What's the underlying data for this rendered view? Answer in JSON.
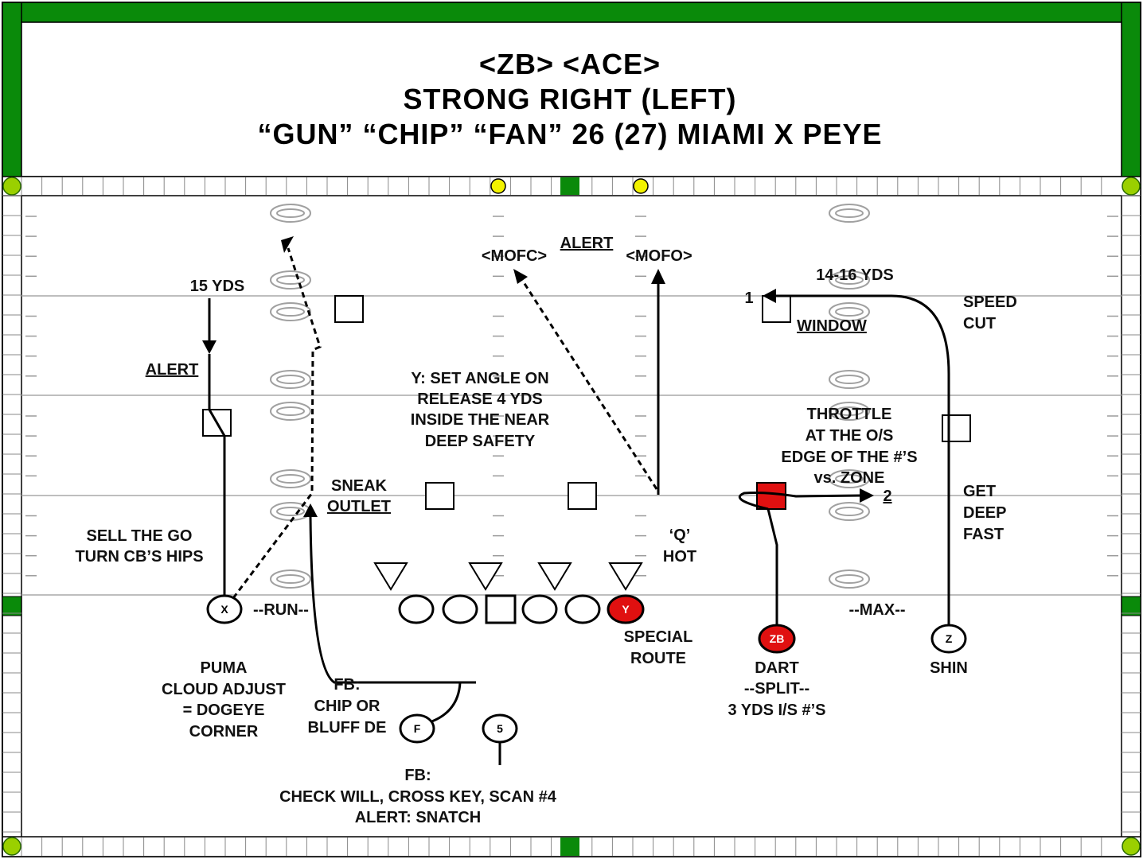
{
  "title": {
    "line1": "<ZB> <ACE>",
    "line2": "STRONG RIGHT (LEFT)",
    "line3": "“GUN” “CHIP” “FAN” 26 (27) MIAMI X PEYE"
  },
  "colors": {
    "border_green": "#0a8a0a",
    "ball_yellow": "#f2f200",
    "player_red": "#e01010",
    "field_line": "#a8a8a8"
  },
  "players": {
    "x": "X",
    "y": "Y",
    "zb": "ZB",
    "z": "Z",
    "f": "F",
    "five": "5"
  },
  "labels": {
    "x_depth": "15 YDS",
    "x_alert": "ALERT",
    "x_sell_1": "SELL THE GO",
    "x_sell_2": "TURN CB’S HIPS",
    "run": "--RUN--",
    "puma_1": "PUMA",
    "puma_2": "CLOUD ADJUST",
    "puma_3": "= DOGEYE",
    "puma_4": "CORNER",
    "sneak": "SNEAK",
    "outlet": "OUTLET",
    "fb_chip_1": "FB:",
    "fb_chip_2": "CHIP OR",
    "fb_chip_3": "BLUFF DE",
    "fb_check_1": "FB:",
    "fb_check_2": "CHECK WILL, CROSS KEY, SCAN #4",
    "fb_check_3": "ALERT: SNATCH",
    "mofc": "<MOFC>",
    "mofo": "<MOFO>",
    "top_alert": "ALERT",
    "y_note_1": "Y: SET ANGLE ON",
    "y_note_2": "RELEASE 4 YDS",
    "y_note_3": "INSIDE THE NEAR",
    "y_note_4": "DEEP SAFETY",
    "q_1": "‘Q’",
    "q_2": "HOT",
    "special_1": "SPECIAL",
    "special_2": "ROUTE",
    "z_depth": "14-16 YDS",
    "window": "WINDOW",
    "read_1": "1",
    "read_2": "2",
    "speed_1": "SPEED",
    "speed_2": "CUT",
    "throttle_1": "THROTTLE",
    "throttle_2": "AT THE O/S",
    "throttle_3": "EDGE OF THE #’S",
    "throttle_4": "vs. ZONE",
    "get_1": "GET",
    "get_2": "DEEP",
    "get_3": "FAST",
    "dart_1": "DART",
    "dart_2": "--SPLIT--",
    "dart_3": "3 YDS I/S #’S",
    "max": "--MAX--",
    "shin": "SHIN"
  }
}
